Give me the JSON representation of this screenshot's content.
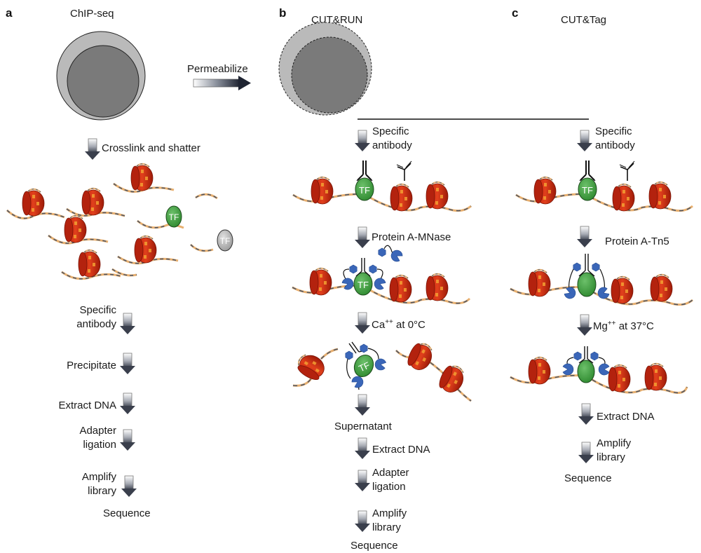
{
  "figure": {
    "arrow_between": "Permeabilize",
    "panels": [
      {
        "letter": "a",
        "title": "ChIP-seq",
        "cell_type": "intact",
        "steps": [
          {
            "label": "Crosslink and shatter"
          },
          {
            "label": "Specific antibody",
            "lines": [
              "Specific",
              "antibody"
            ]
          },
          {
            "label": "Precipitate",
            "lines": [
              "Precipitate"
            ]
          },
          {
            "label": "Extract DNA",
            "lines": [
              "Extract DNA"
            ]
          },
          {
            "label": "Adapter ligation",
            "lines": [
              "Adapter",
              "ligation"
            ]
          },
          {
            "label": "Amplify library",
            "lines": [
              "Amplify",
              "library"
            ]
          }
        ],
        "final": "Sequence",
        "tf_label": "TF"
      },
      {
        "letter": "b",
        "title": "CUT&RUN",
        "cell_type": "permeabilized",
        "steps": [
          {
            "label": "Specific antibody",
            "lines": [
              "Specific",
              "antibody"
            ]
          },
          {
            "label": "Protein A-MNase",
            "lines": [
              "Protein A-MNase"
            ]
          },
          {
            "label": "Ca++ at 0°C",
            "ion": "Ca",
            "charge": "++",
            "rest": " at 0°C"
          },
          {
            "label": "",
            "lines": []
          },
          {
            "label": "Extract DNA",
            "lines": [
              "Extract DNA"
            ]
          },
          {
            "label": "Adapter ligation",
            "lines": [
              "Adapter",
              "ligation"
            ]
          },
          {
            "label": "Amplify library",
            "lines": [
              "Amplify",
              "library"
            ]
          }
        ],
        "supernatant": "Supernatant",
        "final": "Sequence",
        "tf_label": "TF"
      },
      {
        "letter": "c",
        "title": "CUT&Tag",
        "cell_type": "permeabilized",
        "steps": [
          {
            "label": "Specific antibody",
            "lines": [
              "Specific",
              "antibody"
            ]
          },
          {
            "label": "Protein A-Tn5",
            "lines": [
              "Protein A-Tn5"
            ]
          },
          {
            "label": "Mg++ at 37°C",
            "ion": "Mg",
            "charge": "++",
            "rest": " at 37°C"
          },
          {
            "label": "Extract DNA",
            "lines": [
              "Extract DNA"
            ]
          },
          {
            "label": "Amplify library",
            "lines": [
              "Amplify",
              "library"
            ]
          }
        ],
        "final": "Sequence",
        "tf_label": "TF"
      }
    ],
    "colors": {
      "nucleosome": "#d42a10",
      "nucleosome_dark": "#8e1608",
      "nucleosome_spot": "#f0a030",
      "tf_green": "#3e9a3e",
      "tf_gray": "#b8b8b8",
      "protein_a_blue": "#3a66b8",
      "dna_dark": "#505866",
      "dna_light": "#e8b070",
      "cell_outer": "#b9b9b9",
      "cell_inner": "#7a7a7a"
    }
  }
}
